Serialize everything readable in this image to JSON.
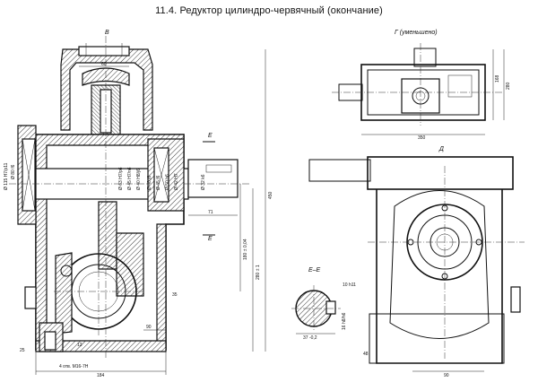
{
  "header": {
    "title": "11.4. Редуктор цилиндро-червячный (окончание)"
  },
  "views": {
    "main": "В",
    "top": "Г (уменьшено)",
    "side": "Д",
    "section": "Е–Е",
    "cut_mark": "Е"
  },
  "dims": {
    "main": {
      "width_top": "60",
      "width_total": "184",
      "d_flange": "Ø 115 H7/p11",
      "d_bearing": "Ø 80 f6",
      "d_a": "Ø 63 H7/p6",
      "d_b": "Ø 45 H7/n6",
      "d_c": "Ø 40 H8/j6",
      "d_d": "Ø 40 j6",
      "d_e": "Ø 45 f6",
      "d_f": "Ø 50 h6",
      "d_shaft": "Ø 32 k6",
      "d_seal": "Ø 42 H7",
      "len_shaft": "71",
      "center_h": "180 ± 0,04",
      "height_total": "450",
      "height_lower": "280 ± 1",
      "base_w": "90",
      "h_left": "25",
      "h_bot": "12",
      "holes": "4 отв. М16-7Н",
      "side_r": "35"
    },
    "top": {
      "w": "350",
      "h1": "168",
      "h2": "280"
    },
    "side": {
      "w": "90",
      "h": "48"
    },
    "section": {
      "key_w": "10 h11",
      "key_h": "16 h8/h6",
      "offset": "37 -0,2"
    }
  }
}
